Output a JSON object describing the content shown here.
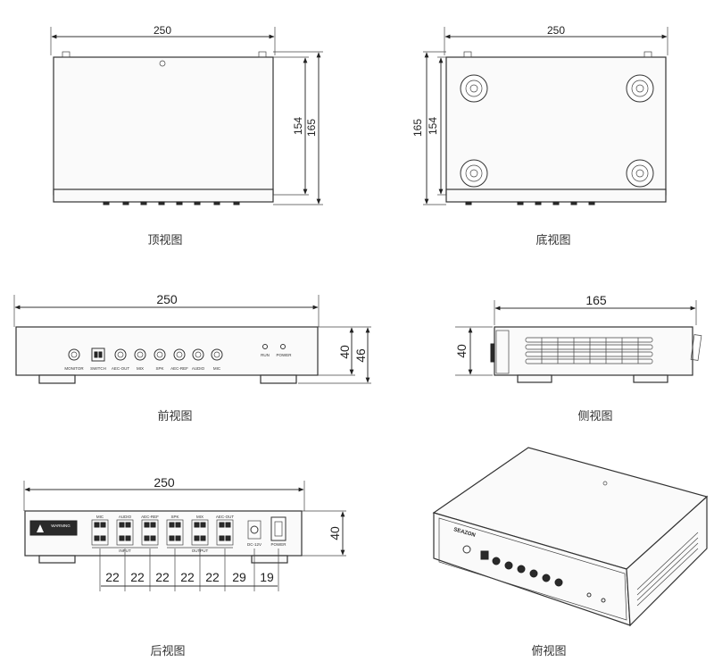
{
  "views": {
    "top": {
      "caption": "顶视图",
      "width": "250",
      "depth_inner": "154",
      "depth_outer": "165"
    },
    "bottom": {
      "caption": "底视图",
      "width": "250",
      "depth_outer": "165",
      "depth_inner": "154"
    },
    "front": {
      "caption": "前视图",
      "width": "250",
      "height_body": "40",
      "height_total": "46",
      "labels": [
        "MONITOR",
        "SWITCH",
        "AEC-OUT",
        "MIX",
        "SPK",
        "AEC-REF",
        "AUDIO",
        "MIC"
      ],
      "leds": [
        "RUN",
        "POWER"
      ]
    },
    "side": {
      "caption": "侧视图",
      "depth": "165",
      "height": "40"
    },
    "back": {
      "caption": "后视图",
      "width": "250",
      "height": "40",
      "warning_title": "WARNING",
      "terminal_labels": [
        "MIC",
        "AUDIO",
        "AEC-REF",
        "SPK",
        "MIX",
        "AEC-OUT"
      ],
      "group_labels": [
        "INPUT",
        "OUTPUT"
      ],
      "dc_label": "DC-12V",
      "power_label": "POWER",
      "spacings": [
        "22",
        "22",
        "22",
        "22",
        "22",
        "29",
        "19"
      ]
    },
    "iso": {
      "caption": "俯视图",
      "brand": "SEAZON"
    }
  }
}
